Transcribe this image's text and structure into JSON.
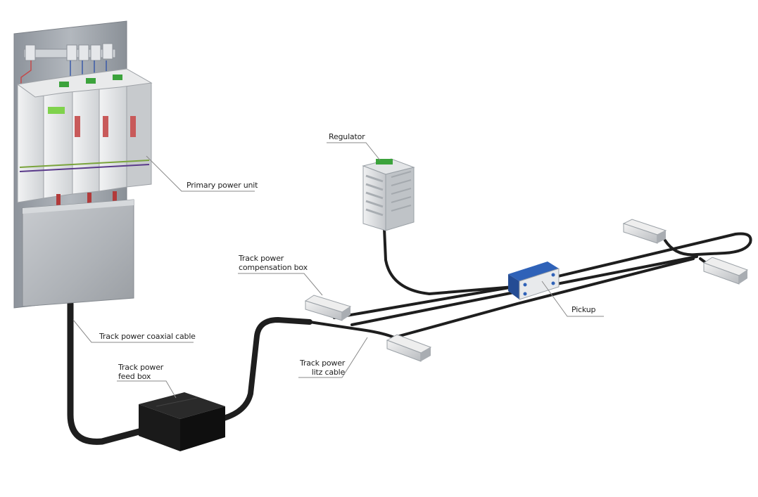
{
  "labels": {
    "regulator": "Regulator",
    "primary_power_unit": "Primary power unit",
    "compensation_box_line1": "Track power",
    "compensation_box_line2": "compensation  box",
    "pickup": "Pickup",
    "coaxial_cable": "Track power coaxial cable",
    "feed_box_line1": "Track power",
    "feed_box_line2": "feed box",
    "litz_cable_line1": "Track power",
    "litz_cable_line2": "litz cable"
  },
  "colors": {
    "cable": "#1e1e1e",
    "cabinet_panel": "#9aa0a8",
    "module": "#e4e6e8",
    "feed_box": "#1a1a1a",
    "pickup_accent": "#2f62b8",
    "leader_line": "#8a8a8a",
    "label_text": "#222222"
  }
}
